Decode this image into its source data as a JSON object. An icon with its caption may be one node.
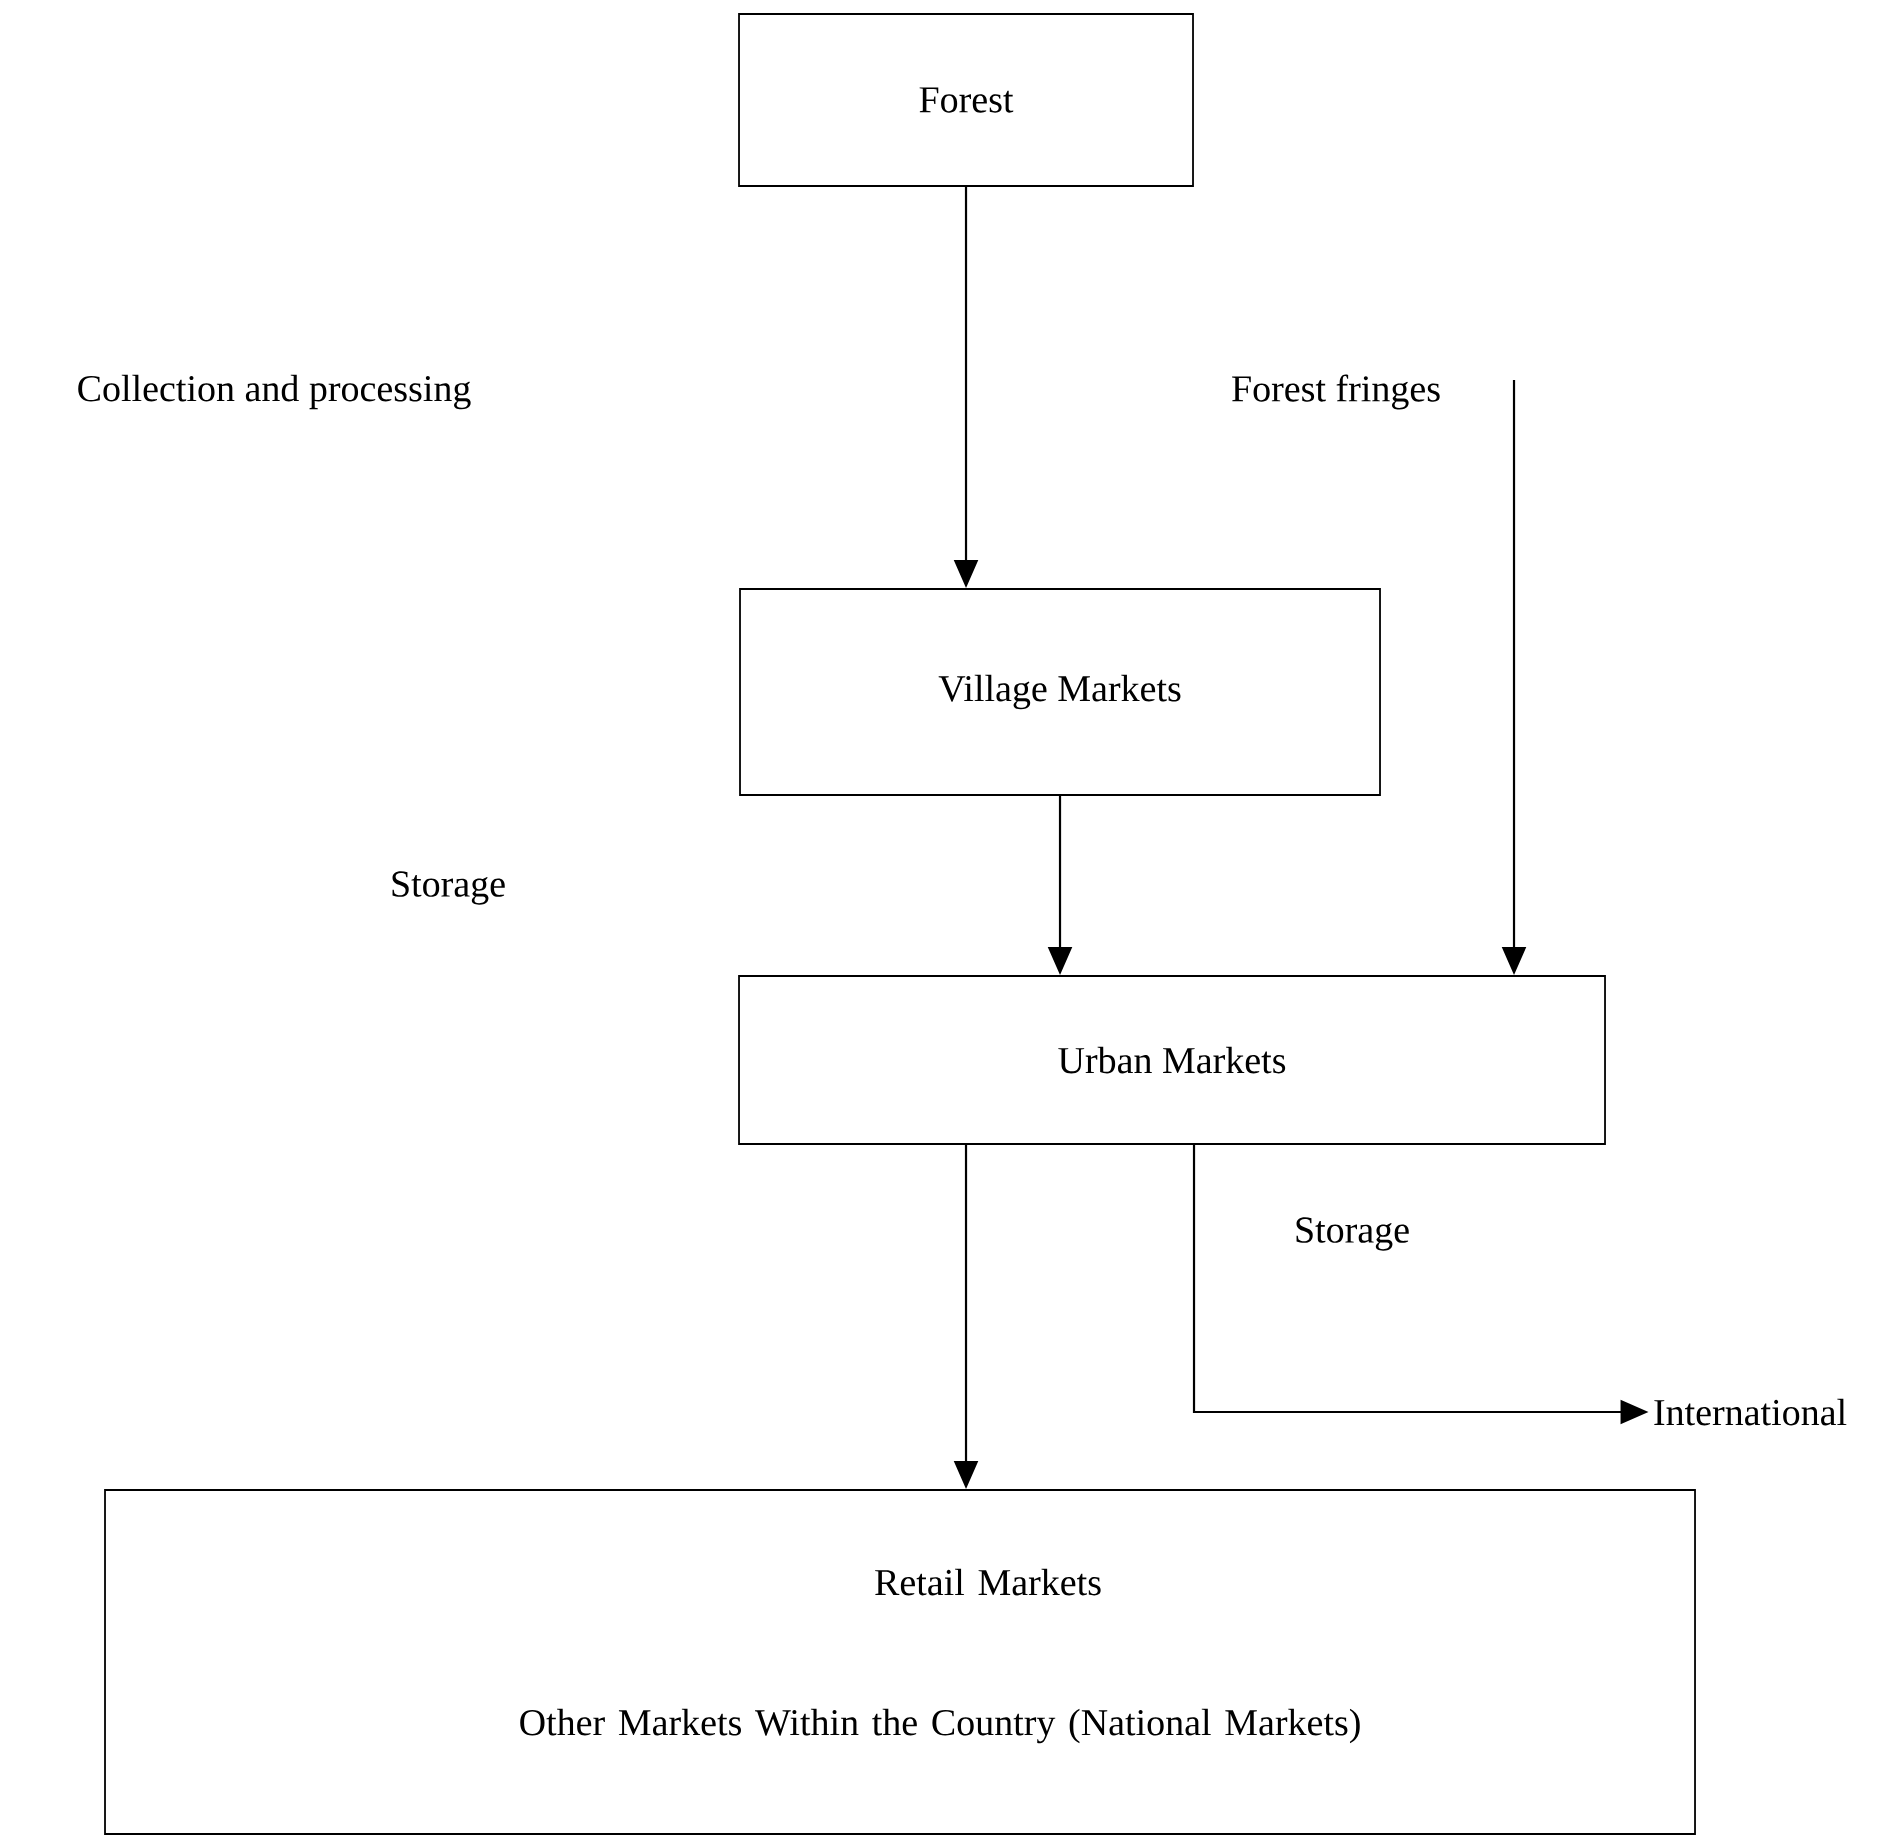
{
  "diagram": {
    "nodes": [
      {
        "text": [
          "Forest"
        ]
      },
      {
        "text": [
          "Village Markets"
        ]
      },
      {
        "text": [
          "Urban Markets"
        ]
      },
      {
        "text": [
          "Retail Markets",
          "Other Markets Within the Country (National Markets)"
        ]
      },
      {
        "text": [
          "International"
        ]
      }
    ],
    "edges": [
      {
        "from": 0,
        "to": 1,
        "arrow": "to"
      },
      {
        "from": null,
        "to": 2,
        "arrow": "to"
      },
      {
        "from": 1,
        "to": 2,
        "arrow": "to"
      },
      {
        "from": 2,
        "to": 3,
        "arrow": "to"
      },
      {
        "from": 2,
        "to": 4,
        "arrow": "to"
      }
    ],
    "labels": [
      "Collection and processing",
      "Forest fringes",
      "Storage",
      "Storage"
    ]
  }
}
